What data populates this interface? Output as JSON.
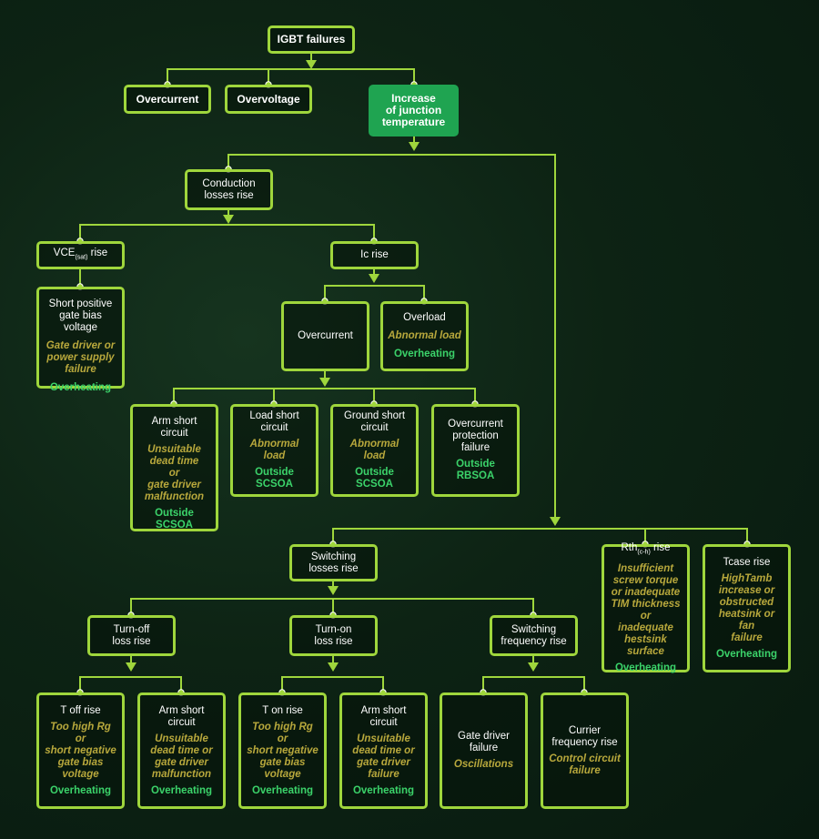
{
  "colors": {
    "border": "#9fd63c",
    "cause": "#b8a83c",
    "result": "#3bd36a",
    "highlight": "#1fa451"
  },
  "nodes": {
    "igbt_failures": {
      "title": "IGBT failures"
    },
    "overcurrent_top": {
      "title": "Overcurrent"
    },
    "overvoltage": {
      "title": "Overvoltage"
    },
    "junction_temp": {
      "title": "Increase\nof junction\ntemperature"
    },
    "conduction": {
      "title": "Conduction\nlosses rise"
    },
    "vce": {
      "title_pre": "VCE",
      "title_sub": "(sat)",
      "title_post": " rise"
    },
    "ic": {
      "title": "Ic rise"
    },
    "short_gate": {
      "title": "Short positive\ngate bias voltage",
      "cause": "Gate driver or\npower supply\nfailure",
      "result": "Overheating"
    },
    "overcurrent_mid": {
      "title": "Overcurrent"
    },
    "overload": {
      "title": "Overload",
      "cause": "Abnormal load",
      "result": "Overheating"
    },
    "arm_short_1": {
      "title": "Arm short\ncircuit",
      "cause": "Unsuitable\ndead time\nor\ngate driver\nmalfunction",
      "result": "Outside SCSOA"
    },
    "load_short": {
      "title": "Load short\ncircuit",
      "cause": "Abnormal\nload",
      "result": "Outside SCSOA"
    },
    "ground_short": {
      "title": "Ground short\ncircuit",
      "cause": "Abnormal\nload",
      "result": "Outside SCSOA"
    },
    "oc_protection": {
      "title": "Overcurrent\nprotection\nfailure",
      "result": "Outside RBSOA"
    },
    "switching": {
      "title": "Switching\nlosses rise"
    },
    "rth": {
      "title_pre": "Rth",
      "title_sub": "(c-h)",
      "title_post": " rise",
      "cause": "Insufficient\nscrew torque\nor inadequate\nTIM thickness or\ninadequate\nhestsink surface",
      "result": "Overheating"
    },
    "tcase": {
      "title": "Tcase rise",
      "cause": "HighTamb\nincrease or\nobstructed\nheatsink or fan\nfailure",
      "result": "Overheating"
    },
    "turnoff": {
      "title": "Turn-off\nloss rise"
    },
    "turnon": {
      "title": "Turn-on\nloss rise"
    },
    "switch_freq": {
      "title": "Switching\nfrequency rise"
    },
    "toff": {
      "title": "T off rise",
      "cause": "Too high Rg  or\nshort negative\ngate bias\nvoltage",
      "result": "Overheating"
    },
    "arm_short_2": {
      "title": "Arm short\ncircuit",
      "cause": "Unsuitable\ndead time or\ngate driver\nmalfunction",
      "result": "Overheating"
    },
    "ton": {
      "title": "T on rise",
      "cause": "Too high Rg  or\nshort negative\ngate bias\nvoltage",
      "result": "Overheating"
    },
    "arm_short_3": {
      "title": "Arm short\ncircuit",
      "cause": "Unsuitable\ndead time or\ngate driver\nfailure",
      "result": "Overheating"
    },
    "gate_driver_fail": {
      "title": "Gate driver\nfailure",
      "cause": "Oscillations"
    },
    "currier_freq": {
      "title": "Currier\nfrequency rise",
      "cause": "Control circuit\nfailure"
    }
  }
}
